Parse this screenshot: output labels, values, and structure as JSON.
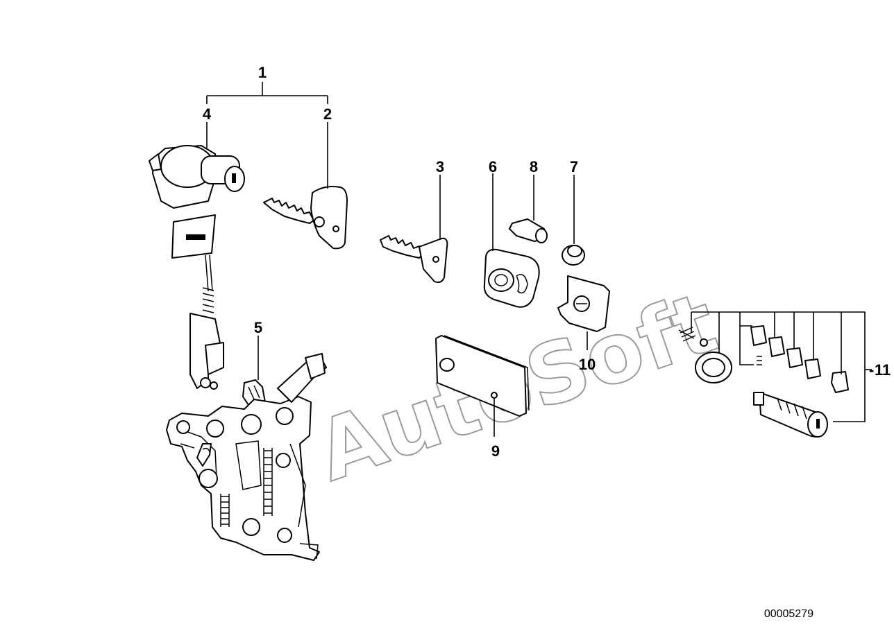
{
  "diagram": {
    "callouts": {
      "c1": "1",
      "c2": "2",
      "c3": "3",
      "c4": "4",
      "c5": "5",
      "c6": "6",
      "c7": "7",
      "c8": "8",
      "c9": "9",
      "c10": "10",
      "c11": "11"
    },
    "watermark": "AutoSoft",
    "reference_number": "00005279"
  },
  "colors": {
    "line": "#000000",
    "watermark": "#9a9a9a",
    "background": "#ffffff"
  }
}
